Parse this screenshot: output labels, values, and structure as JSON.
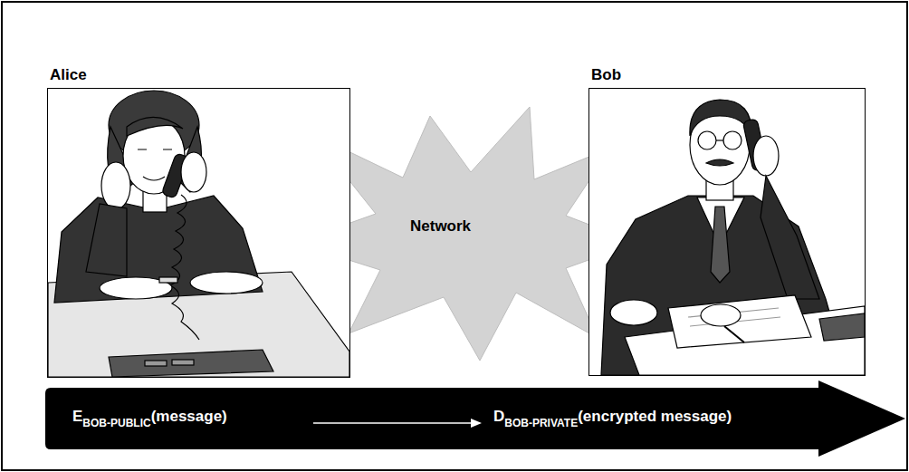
{
  "diagram": {
    "nodes": [
      {
        "text": [
          "Alice"
        ]
      },
      {
        "text": [
          "Network"
        ]
      },
      {
        "text": [
          "Bob"
        ]
      },
      {
        "text": [
          "E",
          "BOB-PUBLIC",
          "(message)",
          "D",
          "BOB-PRIVATE",
          "(encrypted message)"
        ]
      }
    ]
  }
}
